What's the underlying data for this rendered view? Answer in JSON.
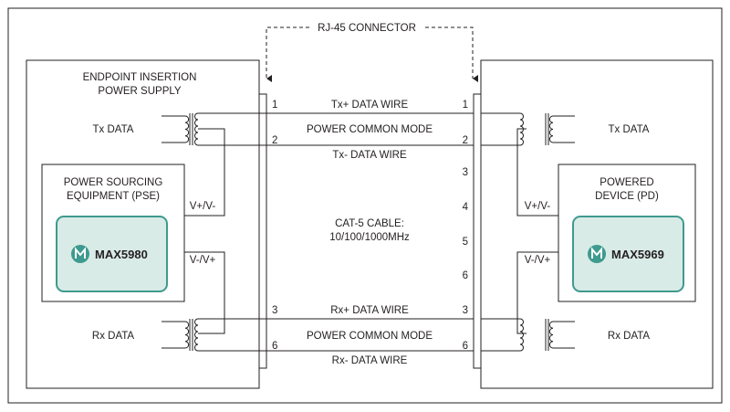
{
  "title": "RJ-45 CONNECTOR",
  "left_panel": {
    "title_line1": "ENDPOINT INSERTION",
    "title_line2": "POWER SUPPLY",
    "tx_data": "Tx DATA",
    "rx_data": "Rx DATA",
    "pse_line1": "POWER SOURCING",
    "pse_line2": "EQUIPMENT (PSE)",
    "vp": "V+/V-",
    "vm": "V-/V+",
    "chip": "MAX5980",
    "pins": [
      "1",
      "2",
      "3",
      "6"
    ]
  },
  "right_panel": {
    "tx_data": "Tx DATA",
    "rx_data": "Rx DATA",
    "pd_line1": "POWERED",
    "pd_line2": "DEVICE (PD)",
    "vp": "V+/V-",
    "vm": "V-/V+",
    "chip": "MAX5969",
    "pins": [
      "1",
      "2",
      "3",
      "4",
      "5",
      "6",
      "3",
      "6"
    ]
  },
  "wires": {
    "tx_plus": "Tx+ DATA WIRE",
    "power_common_top": "POWER COMMON MODE",
    "tx_minus": "Tx- DATA WIRE",
    "rx_plus": "Rx+ DATA WIRE",
    "power_common_bottom": "POWER COMMON MODE",
    "rx_minus": "Rx- DATA WIRE"
  },
  "cable_line1": "CAT-5 CABLE:",
  "cable_line2": "10/100/1000MHz",
  "colors": {
    "line": "#231f20",
    "chip_fill": "#d9ebe6",
    "chip_border": "#3f9a8f",
    "logo": "#3f9a8f"
  }
}
